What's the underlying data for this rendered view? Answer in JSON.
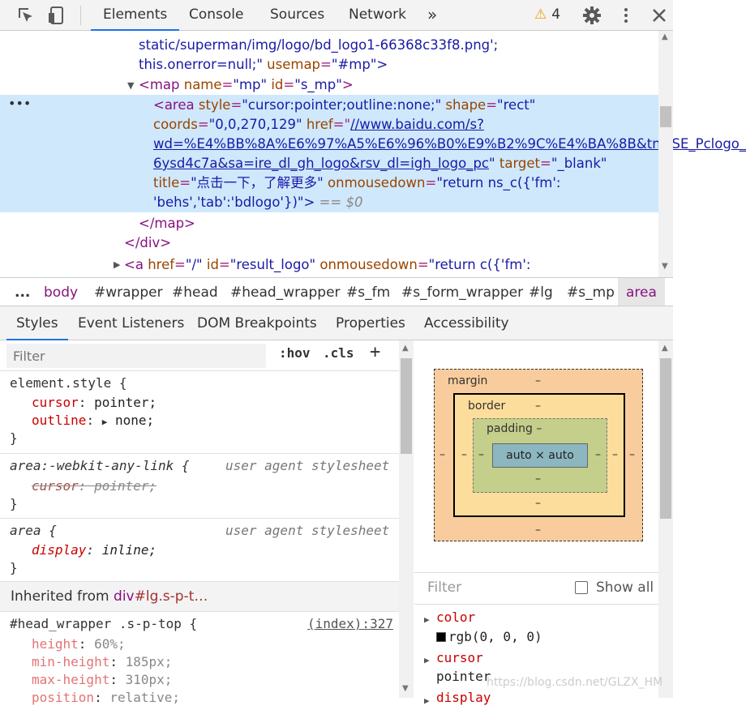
{
  "toolbar": {
    "tabs": [
      "Elements",
      "Console",
      "Sources",
      "Network"
    ],
    "more_tabs": "»",
    "warning_count": "4"
  },
  "dom": {
    "line1": "static/superman/img/logo/bd_logo1-66368c33f8.png';",
    "line2a": "this.onerror=null;\"",
    "line2b": "usemap",
    "line2c": "\"#mp\">",
    "line3_tag": "<map",
    "line3_attr1": "name",
    "line3_val1": "\"mp\"",
    "line3_attr2": "id",
    "line3_val2": "\"s_mp\"",
    "line3_end": ">",
    "sel_l1_tag": "<area",
    "sel_l1_a1": "style",
    "sel_l1_v1": "\"cursor:pointer;outline:none;\"",
    "sel_l1_a2": "shape",
    "sel_l1_v2": "\"rect\"",
    "sel_l2_a1": "coords",
    "sel_l2_v1": "\"0,0,270,129\"",
    "sel_l2_a2": "href",
    "sel_l2_link": "//www.baidu.com/s?",
    "sel_l3_link": "wd=%E4%BB%8A%E6%97%A5%E6%96%B0%E9%B2%9C%E4%BA%8B&tn=SE_Pclogo_",
    "sel_l4_link": "6ysd4c7a&sa=ire_dl_gh_logo&rsv_dl=igh_logo_pc",
    "sel_l4_a": "target",
    "sel_l4_v": "\"_blank\"",
    "sel_l5_a1": "title",
    "sel_l5_v1": "\"点击一下，了解更多\"",
    "sel_l5_a2": "onmousedown",
    "sel_l5_v2": "\"return ns_c({'fm':",
    "sel_l6_v": "'behs','tab':'bdlogo'})\">",
    "sel_l6_eq": "== $0",
    "close_map": "</map>",
    "close_div": "</div>",
    "last_tag": "<a",
    "last_a1": "href",
    "last_v1": "\"/\"",
    "last_a2": "id",
    "last_v2": "\"result_logo\"",
    "last_a3": "onmousedown",
    "last_v3": "\"return c({'fm':"
  },
  "breadcrumb": [
    "...",
    "body",
    "#wrapper",
    "#head",
    "#head_wrapper",
    "#s_fm",
    "#s_form_wrapper",
    "#lg",
    "#s_mp",
    "area"
  ],
  "subtabs": [
    "Styles",
    "Event Listeners",
    "DOM Breakpoints",
    "Properties",
    "Accessibility"
  ],
  "styles": {
    "filter_placeholder": "Filter",
    "hov": ":hov",
    "cls": ".cls",
    "plus": "+",
    "element_style": "element.style {",
    "cursor_prop": "cursor",
    "cursor_val": "pointer;",
    "outline_prop": "outline",
    "outline_val": "none;",
    "close": "}",
    "rule2_sel": "area:-webkit-any-link {",
    "rule2_src": "user agent stylesheet",
    "rule2_prop": "cursor",
    "rule2_val": "pointer;",
    "rule3_sel": "area {",
    "rule3_src": "user agent stylesheet",
    "rule3_prop": "display",
    "rule3_val": "inline;",
    "inherited_label": "Inherited from",
    "inherited_tag": "div",
    "inherited_sel": "#lg.s-p-t…",
    "rule4_sel": "#head_wrapper .s-p-top {",
    "rule4_src": "(index):327",
    "r4_p1": "height",
    "r4_v1": "60%;",
    "r4_p2": "min-height",
    "r4_v2": "185px;",
    "r4_p3": "max-height",
    "r4_v3": "310px;",
    "r4_p4": "position",
    "r4_v4": "relative;"
  },
  "box_model": {
    "margin_label": "margin",
    "border_label": "border",
    "padding_label": "padding",
    "dash": "–",
    "content": "auto × auto"
  },
  "computed": {
    "filter_placeholder": "Filter",
    "show_all": "Show all",
    "p1": "color",
    "v1": "rgb(0, 0, 0)",
    "p2": "cursor",
    "v2": "pointer",
    "p3": "display"
  },
  "watermark": "https://blog.csdn.net/GLZX_HM"
}
